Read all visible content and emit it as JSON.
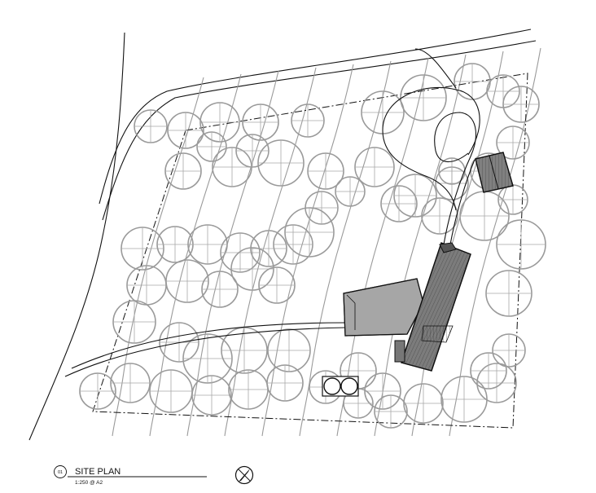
{
  "drawing": {
    "ref_number": "01",
    "title": "SITE PLAN",
    "scale": "1:250 @ A2"
  },
  "icons": {
    "north_arrow": "north-arrow-icon"
  },
  "colors": {
    "ink": "#111111",
    "trees": "#9a9a9a",
    "roof_dark": "#7c7c7c",
    "roof_mid": "#a6a6a6"
  }
}
